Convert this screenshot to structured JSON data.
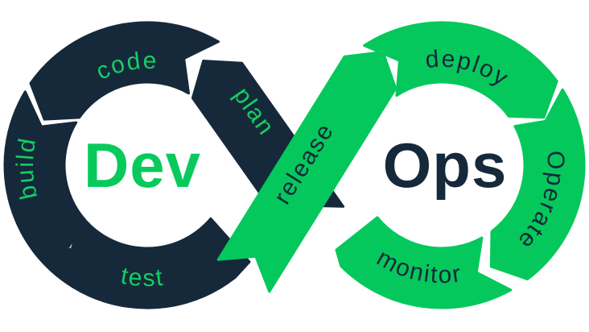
{
  "diagram": {
    "type": "devops-infinity-loop",
    "left_loop_label": "Dev",
    "right_loop_label": "Ops",
    "stages": [
      {
        "label": "plan",
        "loop": "dev",
        "text_color": "#13CE62",
        "segment_color": "#16293B"
      },
      {
        "label": "code",
        "loop": "dev",
        "text_color": "#13CE62",
        "segment_color": "#16293B"
      },
      {
        "label": "build",
        "loop": "dev",
        "text_color": "#13CE62",
        "segment_color": "#16293B"
      },
      {
        "label": "test",
        "loop": "dev",
        "text_color": "#13CE62",
        "segment_color": "#16293B"
      },
      {
        "label": "release",
        "loop": "ops",
        "text_color": "#16293B",
        "segment_color": "#05C85C"
      },
      {
        "label": "deploy",
        "loop": "ops",
        "text_color": "#16293B",
        "segment_color": "#05C85C"
      },
      {
        "label": "Operate",
        "loop": "ops",
        "text_color": "#16293B",
        "segment_color": "#05C85C"
      },
      {
        "label": "monitor",
        "loop": "ops",
        "text_color": "#16293B",
        "segment_color": "#05C85C"
      }
    ]
  },
  "colors": {
    "green": "#05C85C",
    "navy": "#16293B",
    "background": "#FFFFFF"
  }
}
